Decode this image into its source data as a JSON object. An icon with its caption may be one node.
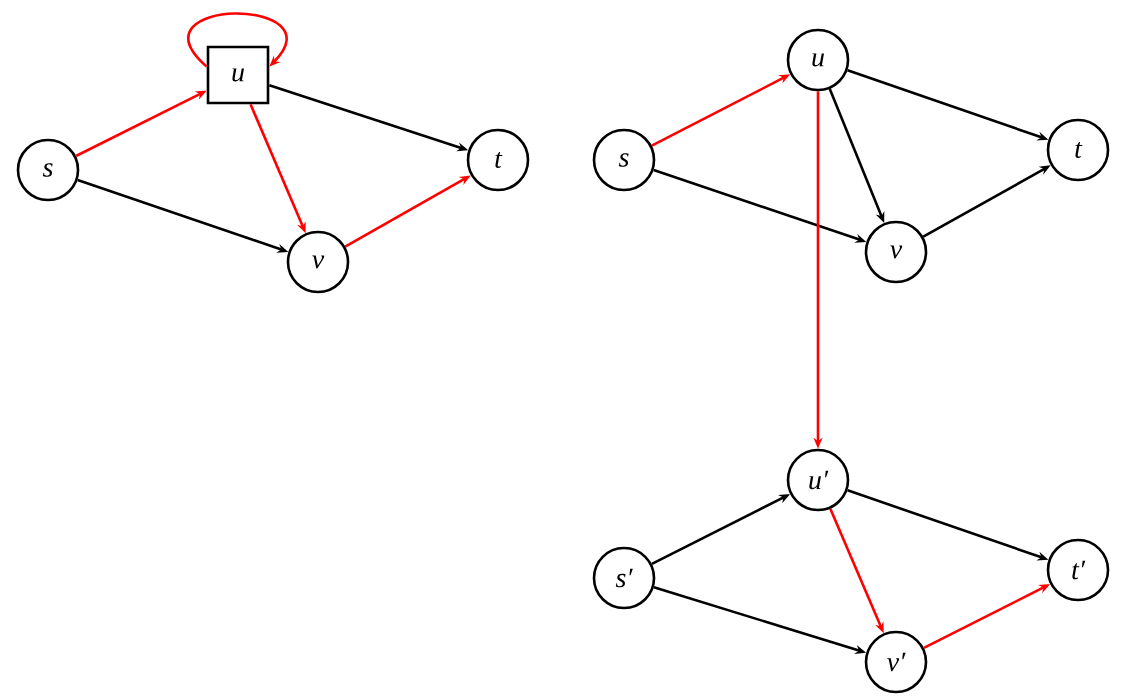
{
  "diagram": {
    "nodes": [
      {
        "text": [
          "s"
        ]
      },
      {
        "text": [
          "u"
        ]
      },
      {
        "text": [
          "t"
        ]
      },
      {
        "text": [
          "v"
        ]
      },
      {
        "text": [
          "s"
        ]
      },
      {
        "text": [
          "u"
        ]
      },
      {
        "text": [
          "t"
        ]
      },
      {
        "text": [
          "v"
        ]
      },
      {
        "text": [
          "s′"
        ]
      },
      {
        "text": [
          "u′"
        ]
      },
      {
        "text": [
          "t′"
        ]
      },
      {
        "text": [
          "v′"
        ]
      }
    ],
    "edges": [
      {
        "from": 0,
        "to": 1,
        "arrow": "to",
        "color": "#ff0000"
      },
      {
        "from": 1,
        "to": 1,
        "arrow": "to",
        "color": "#ff0000"
      },
      {
        "from": 1,
        "to": 2,
        "arrow": "to"
      },
      {
        "from": 1,
        "to": 3,
        "arrow": "to",
        "color": "#ff0000"
      },
      {
        "from": 0,
        "to": 3,
        "arrow": "to"
      },
      {
        "from": 3,
        "to": 2,
        "arrow": "to",
        "color": "#ff0000"
      },
      {
        "from": 4,
        "to": 5,
        "arrow": "to",
        "color": "#ff0000"
      },
      {
        "from": 5,
        "to": 6,
        "arrow": "to"
      },
      {
        "from": 5,
        "to": 7,
        "arrow": "to"
      },
      {
        "from": 4,
        "to": 7,
        "arrow": "to"
      },
      {
        "from": 7,
        "to": 6,
        "arrow": "to"
      },
      {
        "from": 5,
        "to": 9,
        "arrow": "to",
        "color": "#ff0000"
      },
      {
        "from": 8,
        "to": 9,
        "arrow": "to"
      },
      {
        "from": 9,
        "to": 10,
        "arrow": "to"
      },
      {
        "from": 9,
        "to": 11,
        "arrow": "to",
        "color": "#ff0000"
      },
      {
        "from": 8,
        "to": 11,
        "arrow": "to"
      },
      {
        "from": 11,
        "to": 10,
        "arrow": "to",
        "color": "#ff0000"
      }
    ]
  }
}
